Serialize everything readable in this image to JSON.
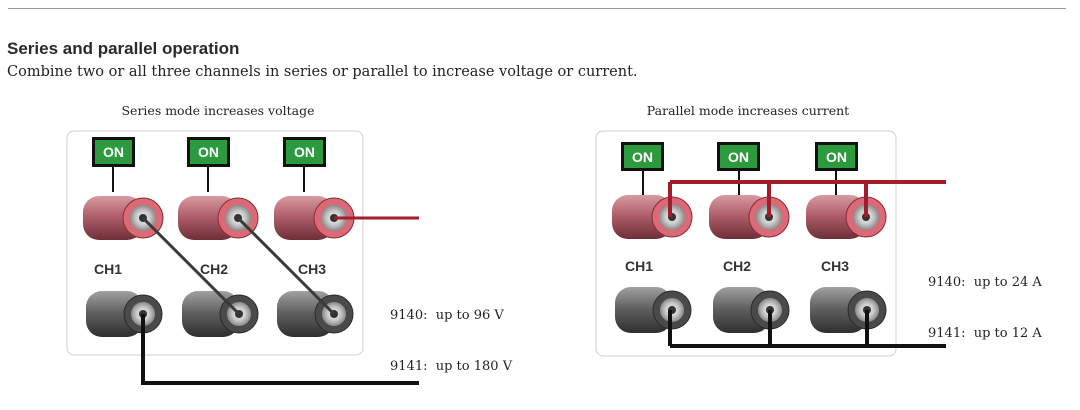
{
  "section": {
    "title": "Series and parallel operation",
    "description": "Combine two or all three channels in series or parallel to increase voltage or current."
  },
  "panels": [
    {
      "id": "series",
      "caption": "Series mode increases voltage",
      "channels": [
        "CH1",
        "CH2",
        "CH3"
      ],
      "button_label": "ON",
      "specs": [
        {
          "model": "9140:",
          "value": "up to 96 V"
        },
        {
          "model": "9141:",
          "value": "up to 180 V"
        }
      ]
    },
    {
      "id": "parallel",
      "caption": "Parallel mode increases current",
      "channels": [
        "CH1",
        "CH2",
        "CH3"
      ],
      "button_label": "ON",
      "specs": [
        {
          "model": "9140:",
          "value": "up to 24 A"
        },
        {
          "model": "9141:",
          "value": "up to 12 A"
        }
      ]
    }
  ],
  "colors": {
    "positive_wire": "#a11d2b",
    "negative_wire": "#111111",
    "link_wire": "#3a3a3a",
    "button_fill": "#2c9a3e",
    "button_frame": "#111111",
    "red_terminal": "#b86670",
    "gray_terminal": "#6b6b6b"
  }
}
